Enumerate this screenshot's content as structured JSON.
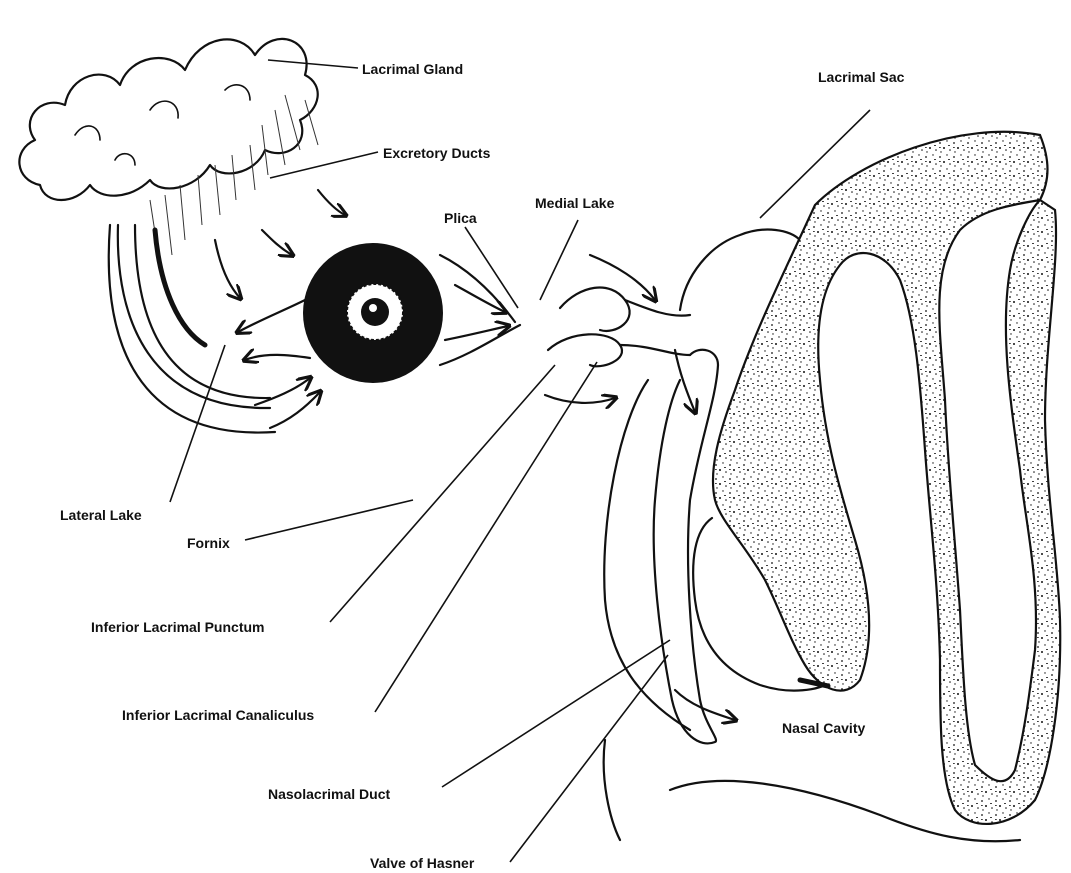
{
  "labels": {
    "lacrimal_gland": "Lacrimal Gland",
    "excretory_ducts": "Excretory Ducts",
    "plica": "Plica",
    "medial_lake": "Medial Lake",
    "lacrimal_sac": "Lacrimal Sac",
    "lateral_lake": "Lateral Lake",
    "fornix": "Fornix",
    "inferior_lacrimal_punctum": "Inferior Lacrimal Punctum",
    "inferior_lacrimal_canaliculus": "Inferior Lacrimal Canaliculus",
    "nasolacrimal_duct": "Nasolacrimal Duct",
    "nasal_cavity": "Nasal Cavity",
    "valve_of_hasner": "Valve of Hasner"
  },
  "style": {
    "ink": "#111111",
    "background": "#ffffff"
  }
}
